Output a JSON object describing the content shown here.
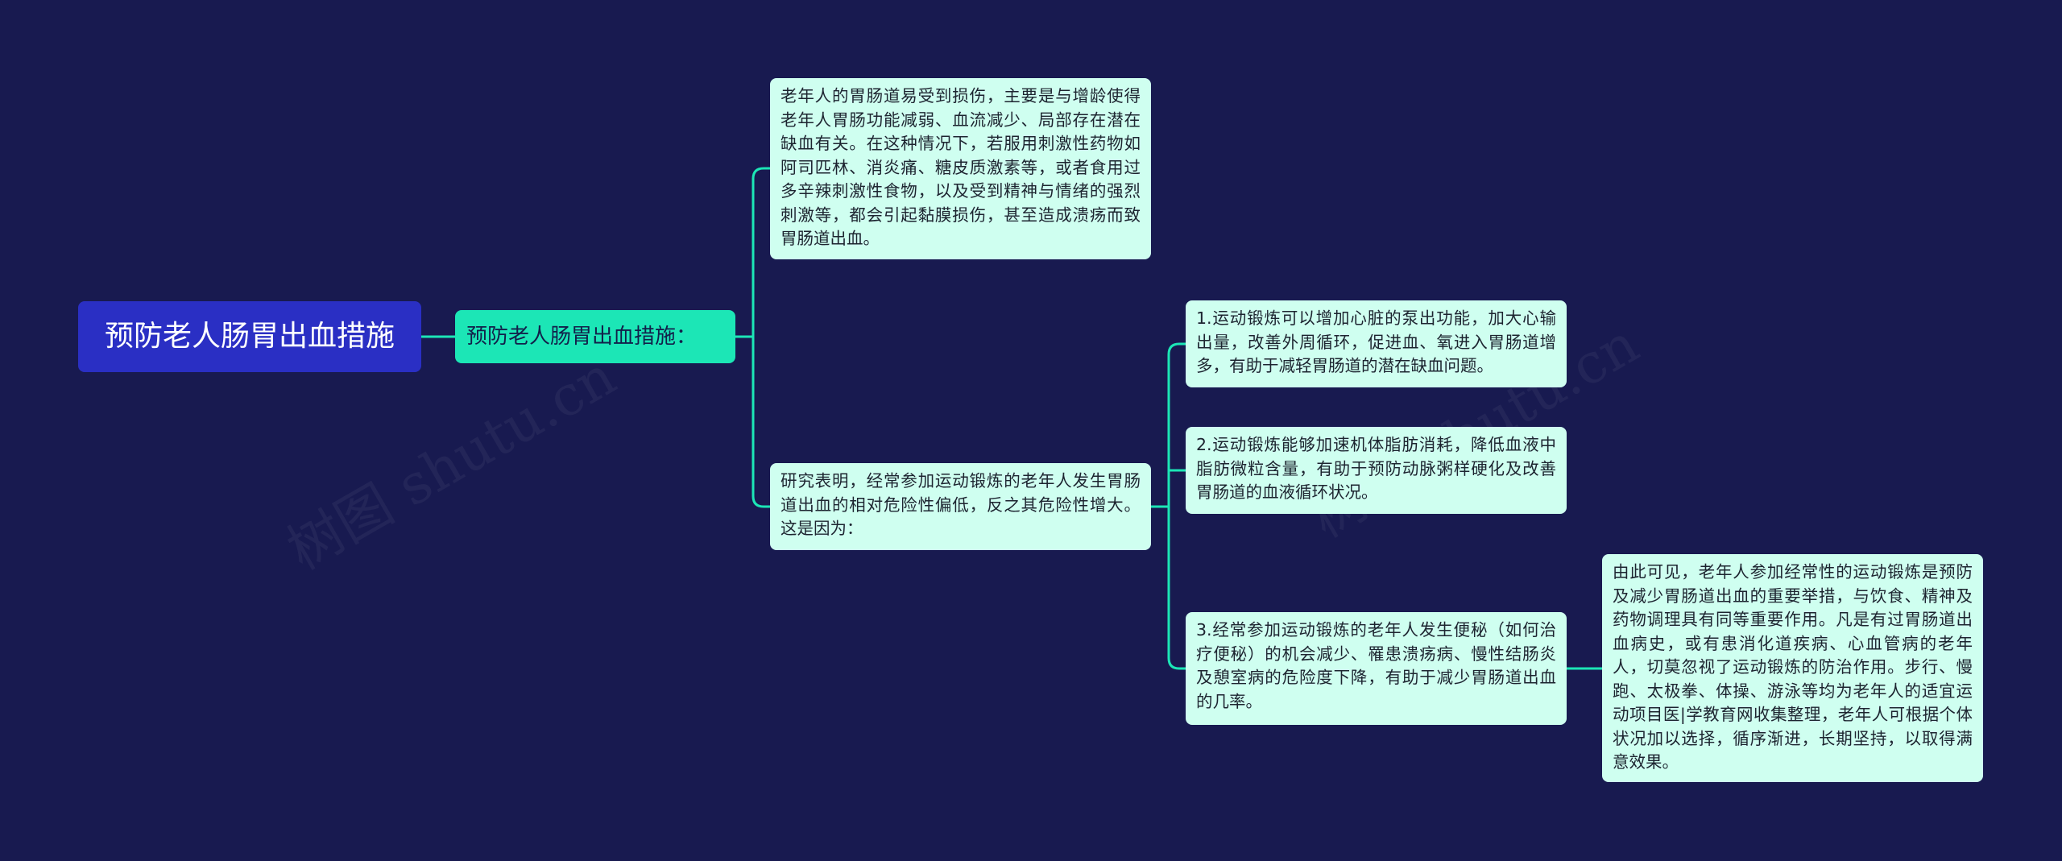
{
  "root": {
    "label": "预防老人肠胃出血措施"
  },
  "level1": {
    "label": "预防老人肠胃出血措施："
  },
  "intro": {
    "text": "老年人的胃肠道易受到损伤，主要是与增龄使得老年人胃肠功能减弱、血流减少、局部存在潜在缺血有关。在这种情况下，若服用刺激性药物如阿司匹林、消炎痛、糖皮质激素等，或者食用过多辛辣刺激性食物，以及受到精神与情绪的强烈刺激等，都会引起黏膜损伤，甚至造成溃疡而致胃肠道出血。"
  },
  "study": {
    "text": "研究表明，经常参加运动锻炼的老年人发生胃肠道出血的相对危险性偏低，反之其危险性增大。这是因为："
  },
  "reasons": [
    {
      "text": "1.运动锻炼可以增加心脏的泵出功能，加大心输出量，改善外周循环，促进血、氧进入胃肠道增多，有助于减轻胃肠道的潜在缺血问题。"
    },
    {
      "text": "2.运动锻炼能够加速机体脂肪消耗，降低血液中脂肪微粒含量，有助于预防动脉粥样硬化及改善胃肠道的血液循环状况。"
    },
    {
      "text": "3.经常参加运动锻炼的老年人发生便秘（如何治疗便秘）的机会减少、罹患溃疡病、慢性结肠炎及憩室病的危险度下降，有助于减少胃肠道出血的几率。"
    }
  ],
  "conclusion": {
    "text": "由此可见，老年人参加经常性的运动锻炼是预防及减少胃肠道出血的重要举措，与饮食、精神及药物调理具有同等重要作用。凡是有过胃肠道出血病史，或有患消化道疾病、心血管病的老年人，切莫忽视了运动锻炼的防治作用。步行、慢跑、太极拳、体操、游泳等均为老年人的适宜运动项目医|学教育网收集整理，老年人可根据个体状况加以选择，循序渐进，长期坚持，以取得满意效果。"
  },
  "watermarks": [
    "树图 shutu.cn",
    "树图 shutu.cn"
  ],
  "colors": {
    "background": "#181a50",
    "root": "#2a2fc4",
    "level1": "#1ce6b6",
    "leaf": "#cffff0",
    "connector": "#1ce6b6"
  }
}
